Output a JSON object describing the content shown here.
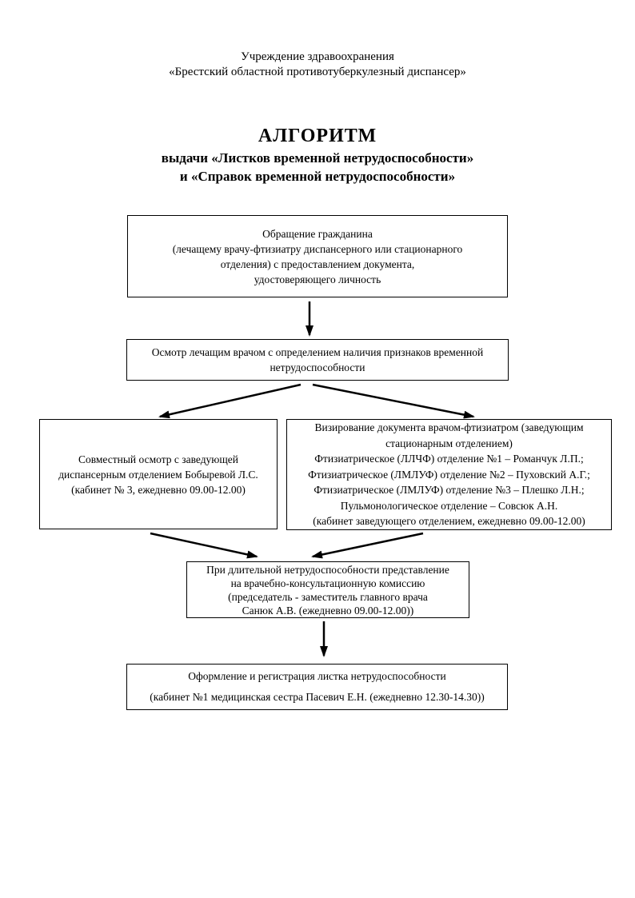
{
  "document": {
    "org_header": "Учреждение здравоохранения\n«Брестский областной противотуберкулезный диспансер»",
    "title": "АЛГОРИТМ",
    "subtitle": "выдачи «Листков временной нетрудоспособности»\nи «Справок временной нетрудоспособности»"
  },
  "flowchart": {
    "boxes": {
      "application": {
        "text": "Обращение гражданина\n(лечащему врачу-фтизиатру диспансерного или стационарного\nотделения)  с предоставлением документа,\nудостоверяющего личность"
      },
      "examination": {
        "text": "Осмотр лечащим врачом с определением наличия признаков временной\nнетрудоспособности"
      },
      "joint_exam": {
        "text": "Совместный осмотр с заведующей\nдиспансерным отделением Бобыревой Л.С.\n(кабинет № 3, ежедневно 09.00-12.00)"
      },
      "visa": {
        "text": "Визирование документа врачом-фтизиатром (заведующим\nстационарным отделением)\nФтизиатрическое (ЛЛЧФ) отделение №1 – Романчук Л.П.;\nФтизиатрическое (ЛМЛУФ) отделение №2 – Пуховский А.Г.;\nФтизиатрическое (ЛМЛУФ) отделение №3 – Плешко Л.Н.;\nПульмонологическое отделение  – Совсюк А.Н.\n(кабинет заведующего отделением, ежедневно 09.00-12.00)"
      },
      "vkk": {
        "text": "При длительной нетрудоспособности представление\nна врачебно-консультационную комиссию\n(председатель - заместитель главного врача\nСанюк А.В. (ежедневно 09.00-12.00))"
      },
      "registration": {
        "text": "Оформление и регистрация листка нетрудоспособности\n(кабинет №1 медицинская сестра Пасевич Е.Н. (ежедневно 12.30-14.30))"
      }
    },
    "arrows": [
      {
        "from": "application",
        "to": "examination"
      },
      {
        "from": "examination",
        "to": "joint_exam"
      },
      {
        "from": "examination",
        "to": "visa"
      },
      {
        "from": "joint_exam",
        "to": "vkk"
      },
      {
        "from": "visa",
        "to": "vkk"
      },
      {
        "from": "vkk",
        "to": "registration"
      }
    ]
  },
  "colors": {
    "ink": "#000000",
    "paper": "#ffffff"
  }
}
